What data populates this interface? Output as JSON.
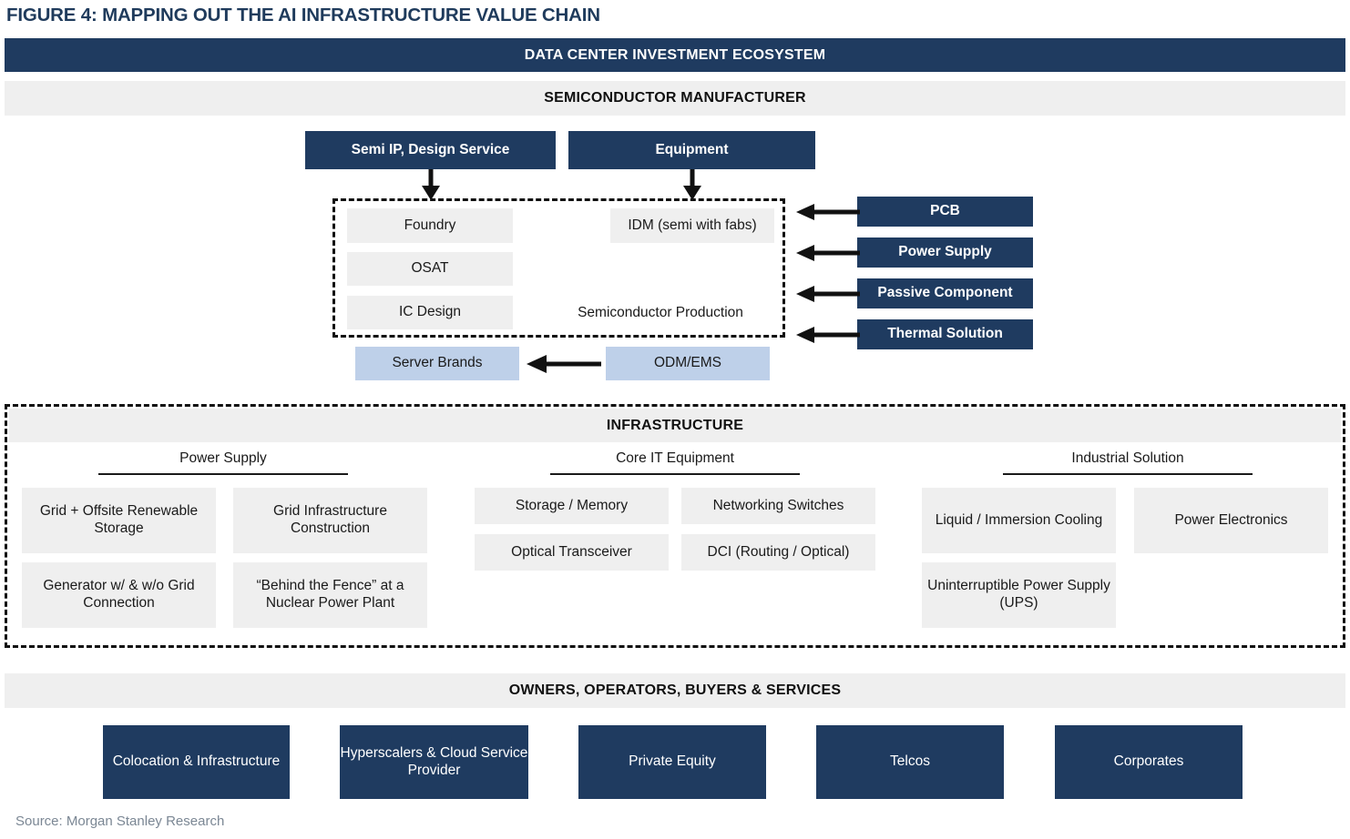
{
  "figure": {
    "title": "FIGURE 4: MAPPING OUT THE AI INFRASTRUCTURE VALUE CHAIN",
    "source": "Source: Morgan Stanley Research"
  },
  "colors": {
    "navy": "#1f3b60",
    "gray_band": "#efefef",
    "light_blue": "#bed0e9",
    "box_gray": "#efefef",
    "source_text": "#7b8794",
    "dashed_border": "#111111"
  },
  "banners": {
    "ecosystem": "DATA CENTER INVESTMENT ECOSYSTEM",
    "semiconductor_manufacturer": "SEMICONDUCTOR MANUFACTURER",
    "infrastructure": "INFRASTRUCTURE",
    "owners": "OWNERS, OPERATORS, BUYERS & SERVICES"
  },
  "semiconductor": {
    "inputs": [
      {
        "label": "Semi IP, Design Service"
      },
      {
        "label": "Equipment"
      }
    ],
    "production_group_label": "Semiconductor Production",
    "production_left": [
      {
        "label": "Foundry"
      },
      {
        "label": "OSAT"
      },
      {
        "label": "IC Design"
      }
    ],
    "production_right": [
      {
        "label": "IDM (semi with fabs)"
      }
    ],
    "components": [
      {
        "label": "PCB"
      },
      {
        "label": "Power Supply"
      },
      {
        "label": "Passive Component"
      },
      {
        "label": "Thermal Solution"
      }
    ],
    "assembly": [
      {
        "label": "Server Brands"
      },
      {
        "label": "ODM/EMS"
      }
    ]
  },
  "infrastructure": {
    "columns": [
      {
        "heading": "Power Supply",
        "items": [
          "Grid + Offsite Renewable Storage",
          "Grid Infrastructure Construction",
          "Generator w/ & w/o Grid Connection",
          "“Behind the Fence” at a Nuclear Power Plant"
        ]
      },
      {
        "heading": "Core IT Equipment",
        "items": [
          "Storage / Memory",
          "Networking Switches",
          "Optical Transceiver",
          "DCI (Routing / Optical)"
        ]
      },
      {
        "heading": "Industrial Solution",
        "items": [
          "Liquid / Immersion Cooling",
          "Power Electronics",
          "Uninterruptible Power Supply (UPS)"
        ]
      }
    ]
  },
  "owners": {
    "items": [
      "Colocation & Infrastructure",
      "Hyperscalers & Cloud Service Provider",
      "Private Equity",
      "Telcos",
      "Corporates"
    ]
  }
}
